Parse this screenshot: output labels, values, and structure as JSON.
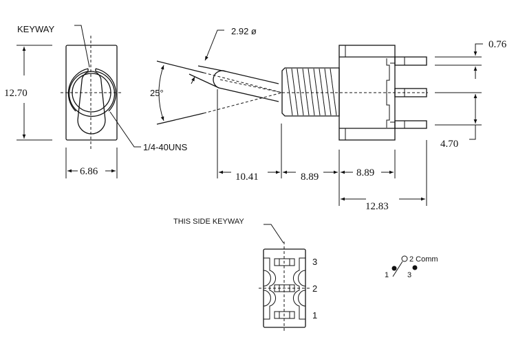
{
  "front_view": {
    "keyway_label": "KEYWAY",
    "thread_label": "1/4-40UNS",
    "height_dim": "12.70",
    "width_dim": "6.86"
  },
  "side_view": {
    "lever_dia": "2.92 ø",
    "angle": "25°",
    "dim_lever": "10.41",
    "dim_bushing": "8.89",
    "dim_body": "8.89",
    "dim_overall": "12.83",
    "dim_pin": "0.76",
    "dim_pitch": "4.70"
  },
  "bottom_view": {
    "keyway_label": "THIS SIDE KEYWAY",
    "pins": [
      "3",
      "2",
      "1"
    ]
  },
  "schematic": {
    "comm_label": "2 Comm",
    "pin1": "1",
    "pin3": "3"
  }
}
